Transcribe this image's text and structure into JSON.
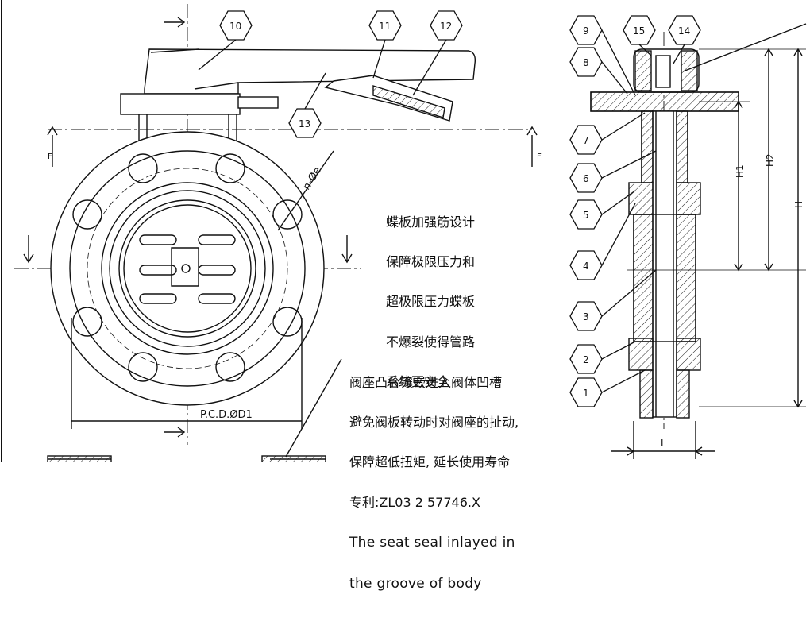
{
  "labels": {
    "callouts": [
      "1",
      "2",
      "3",
      "4",
      "5",
      "6",
      "7",
      "8",
      "9",
      "10",
      "11",
      "12",
      "13",
      "14",
      "15"
    ],
    "section_mark": "F",
    "dims": {
      "h": "H",
      "h1": "H1",
      "h2": "H2",
      "l": "L"
    },
    "pcd": "P.C.D.ØD1",
    "bolt_holes": "n-Øe"
  },
  "note1": {
    "lines": [
      "蝶板加强筋设计",
      "保障极限压力和",
      "超极限压力蝶板",
      "不爆裂使得管路",
      "系统更安全"
    ]
  },
  "note2": {
    "lines": [
      "阀座凸台镶嵌进入阀体凹槽",
      "避免阀板转动时对阀座的扯动,",
      "保障超低扭矩, 延长使用寿命",
      "专利:ZL03 2 57746.X"
    ],
    "english_lines": [
      "The seat seal inlayed in",
      "the groove of body"
    ]
  }
}
